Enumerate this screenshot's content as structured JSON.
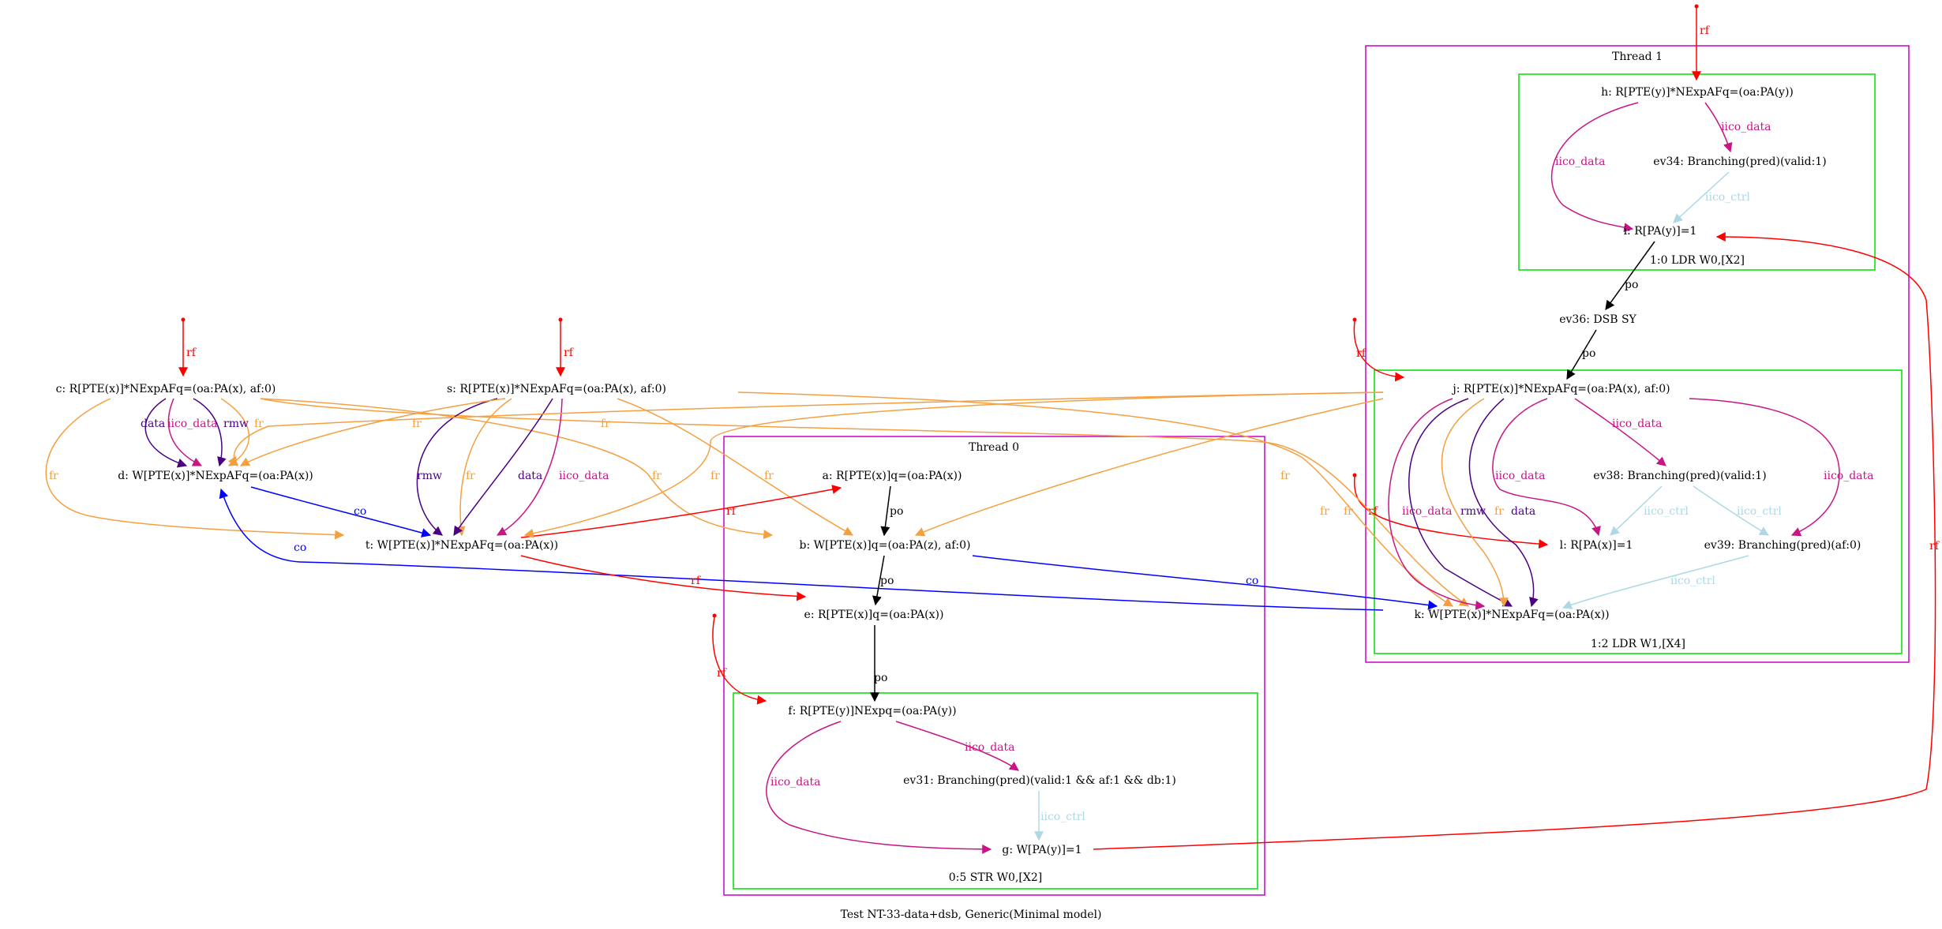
{
  "caption": "Test NT-33-data+dsb, Generic(Minimal model)",
  "clusters": {
    "thread0": {
      "label": "Thread 0"
    },
    "thread1": {
      "label": "Thread 1"
    },
    "instr_0_5": {
      "label": "0:5 STR W0,[X2]"
    },
    "instr_1_0": {
      "label": "1:0 LDR W0,[X2]"
    },
    "instr_1_2": {
      "label": "1:2 LDR W1,[X4]"
    }
  },
  "nodes": {
    "c": "c: R[PTE(x)]*NExpAFq=(oa:PA(x), af:0)",
    "s": "s: R[PTE(x)]*NExpAFq=(oa:PA(x), af:0)",
    "d": "d: W[PTE(x)]*NExpAFq=(oa:PA(x))",
    "t": "t: W[PTE(x)]*NExpAFq=(oa:PA(x))",
    "a": "a: R[PTE(x)]q=(oa:PA(x))",
    "b": "b: W[PTE(x)]q=(oa:PA(z), af:0)",
    "e": "e: R[PTE(x)]q=(oa:PA(x))",
    "f": "f: R[PTE(y)]NExpq=(oa:PA(y))",
    "ev31": "ev31: Branching(pred)(valid:1 && af:1 && db:1)",
    "g": "g: W[PA(y)]=1",
    "h": "h: R[PTE(y)]*NExpAFq=(oa:PA(y))",
    "ev34": "ev34: Branching(pred)(valid:1)",
    "i": "i: R[PA(y)]=1",
    "ev36": "ev36: DSB SY",
    "j": "j: R[PTE(x)]*NExpAFq=(oa:PA(x), af:0)",
    "ev38": "ev38: Branching(pred)(valid:1)",
    "l": "l: R[PA(x)]=1",
    "ev39": "ev39: Branching(pred)(af:0)",
    "k": "k: W[PTE(x)]*NExpAFq=(oa:PA(x))"
  },
  "edge_labels": {
    "rf": "rf",
    "fr": "fr",
    "co": "co",
    "po": "po",
    "data": "data",
    "rmw": "rmw",
    "iico_data": "iico_data",
    "iico_ctrl": "iico_ctrl"
  },
  "colors": {
    "rf": "#ff0000",
    "fr": "#f4a040",
    "co": "#0000ff",
    "po": "#000000",
    "data": "#4b0082",
    "rmw": "#4b0082",
    "iico_data": "#c71585",
    "iico_ctrl": "#add8e6",
    "thread_box": "#cc00cc",
    "instr_box": "#00dd00"
  }
}
